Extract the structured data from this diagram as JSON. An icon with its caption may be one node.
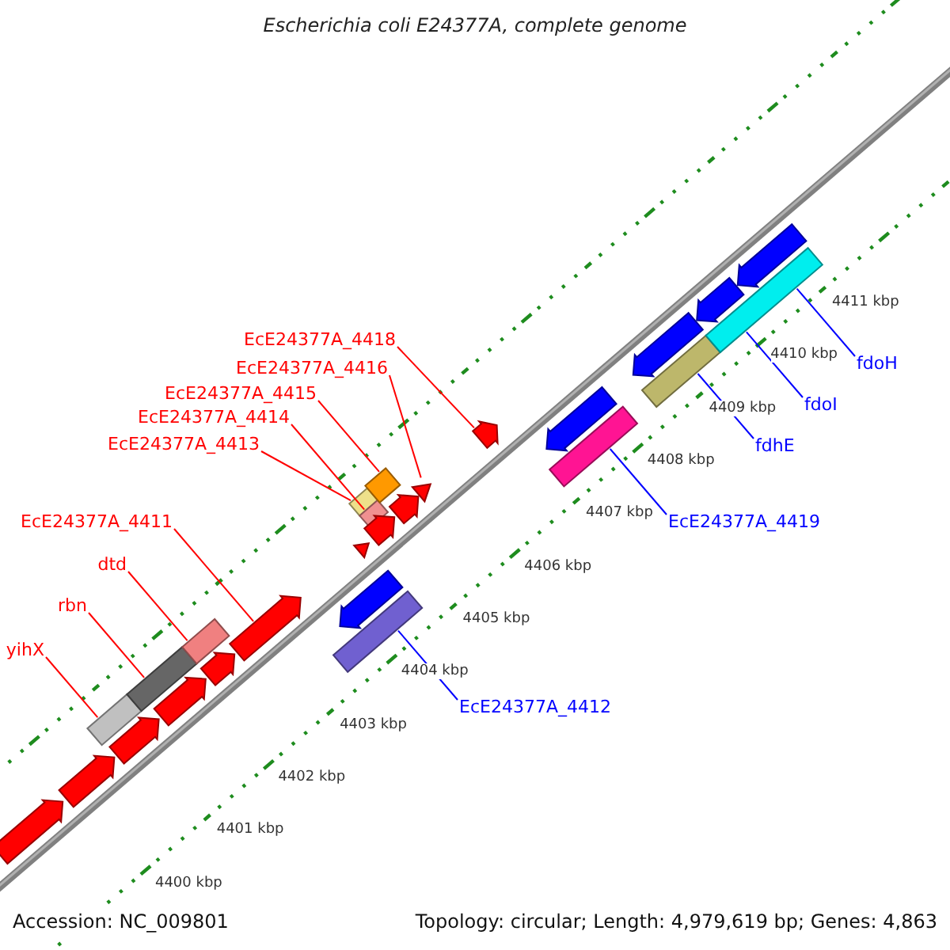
{
  "diagram": {
    "title": "Escherichia coli E24377A, complete genome",
    "nodes": [
      {
        "text": [
          "EcE24377A_4418"
        ]
      },
      {
        "text": [
          "EcE24377A_4416"
        ]
      },
      {
        "text": [
          "EcE24377A_4415"
        ]
      },
      {
        "text": [
          "EcE24377A_4414"
        ]
      },
      {
        "text": [
          "EcE24377A_4413"
        ]
      },
      {
        "text": [
          "EcE24377A_4411"
        ]
      },
      {
        "text": [
          "dtd"
        ]
      },
      {
        "text": [
          "rbn"
        ]
      },
      {
        "text": [
          "yihX"
        ]
      },
      {
        "text": [
          "fdoH"
        ]
      },
      {
        "text": [
          "fdoI"
        ]
      },
      {
        "text": [
          "fdhE"
        ]
      },
      {
        "text": [
          "EcE24377A_4419"
        ]
      },
      {
        "text": [
          "EcE24377A_4412"
        ]
      },
      {
        "text": [],
        "shape": "bar"
      },
      {
        "text": [],
        "shape": "bar"
      },
      {
        "text": [],
        "shape": "bar"
      },
      {
        "text": [],
        "shape": "bar"
      },
      {
        "text": [],
        "shape": "bar"
      },
      {
        "text": [],
        "shape": "bar"
      },
      {
        "text": [],
        "shape": "bar"
      },
      {
        "text": [],
        "shape": "bar"
      },
      {
        "text": [],
        "shape": "bar"
      },
      {
        "text": [],
        "shape": "bar"
      },
      {
        "text": [],
        "shape": "bar"
      },
      {
        "text": [],
        "shape": "bar"
      },
      {
        "text": [],
        "shape": "bar"
      },
      {
        "text": [],
        "shape": "bar"
      },
      {
        "text": [],
        "shape": "bar"
      },
      {
        "text": [],
        "shape": "bar"
      },
      {
        "text": [],
        "shape": "bar"
      },
      {
        "text": [],
        "shape": "bar"
      },
      {
        "text": [],
        "shape": "bar"
      },
      {
        "text": [],
        "shape": "bar"
      },
      {
        "text": [],
        "shape": "bar"
      },
      {
        "text": [],
        "shape": "bar"
      },
      {
        "text": [],
        "shape": "bar"
      },
      {
        "text": [],
        "shape": "bar"
      },
      {
        "text": [],
        "shape": "bar"
      },
      {
        "text": [],
        "shape": "bar"
      }
    ],
    "edges": [
      {
        "from": 0,
        "to": 23,
        "arrow": "none"
      },
      {
        "from": 1,
        "to": 22,
        "arrow": "none"
      },
      {
        "from": 2,
        "to": 21,
        "arrow": "none"
      },
      {
        "from": 3,
        "to": 20,
        "arrow": "none"
      },
      {
        "from": 4,
        "to": 19,
        "arrow": "none"
      },
      {
        "from": 5,
        "to": 17,
        "arrow": "none"
      },
      {
        "from": 6,
        "to": 16,
        "arrow": "none"
      },
      {
        "from": 7,
        "to": 15,
        "arrow": "none"
      },
      {
        "from": 8,
        "to": 14,
        "arrow": "none"
      },
      {
        "from": 9,
        "to": 26,
        "arrow": "none",
        "color": "#0000ff"
      },
      {
        "from": 10,
        "to": 26,
        "arrow": "none",
        "color": "#0000ff"
      },
      {
        "from": 11,
        "to": 25,
        "arrow": "none",
        "color": "#0000ff"
      },
      {
        "from": 12,
        "to": 24,
        "arrow": "none",
        "color": "#0000ff"
      },
      {
        "from": 13,
        "to": 18,
        "arrow": "none",
        "color": "#0000ff"
      }
    ],
    "labels": [
      "4411 kbp",
      "4410 kbp",
      "4409 kbp",
      "4408 kbp",
      "4407 kbp",
      "4406 kbp",
      "4405 kbp",
      "4404 kbp",
      "4403 kbp",
      "4402 kbp",
      "4401 kbp",
      "4400 kbp",
      "Accession: NC_009801",
      "Topology: circular; Length: 4,979,619 bp; Genes: 4,863"
    ]
  }
}
